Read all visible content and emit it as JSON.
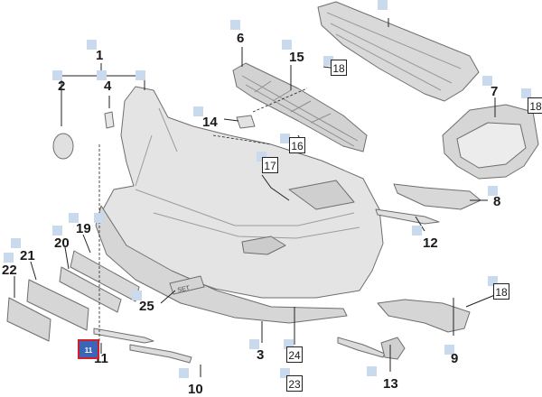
{
  "callouts": {
    "p1": "1",
    "p2": "2",
    "p3": "3",
    "p4": "4",
    "p6": "6",
    "p7": "7",
    "p8": "8",
    "p9": "9",
    "p10": "10",
    "p11": "11",
    "p12": "12",
    "p13": "13",
    "p14": "14",
    "p15": "15",
    "p19": "19",
    "p20": "20",
    "p21": "21",
    "p22": "22",
    "p25": "25"
  },
  "boxed_refs": {
    "b16": "16",
    "b17": "17",
    "b18a": "18",
    "b18b": "18",
    "b18c": "18",
    "b23": "23",
    "b24": "24"
  },
  "selected_marker": {
    "label": "11",
    "fill": "#3b66b8",
    "border": "#d21f2a"
  },
  "plate_text": "SET",
  "colors": {
    "part_fill": "#dedede",
    "part_stroke": "#6e6e6e",
    "leader": "#222222",
    "marker_square": "#c9d9ee"
  }
}
